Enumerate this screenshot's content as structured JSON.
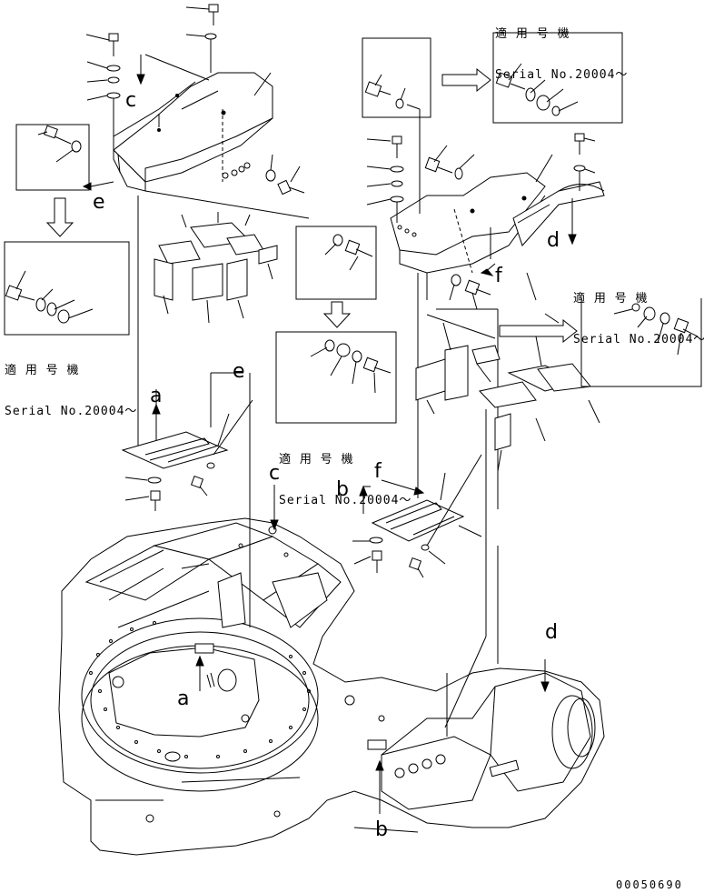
{
  "callouts": {
    "c_top": "c",
    "e_left": "e",
    "d_right": "d",
    "f_mid": "f",
    "e_mid": "e",
    "a_left": "a",
    "c_mid": "c",
    "b_mid": "b",
    "f_lower": "f",
    "d_lower": "d",
    "a_lower": "a",
    "b_lower": "b"
  },
  "serial_notes": {
    "top_right": {
      "line1": "適 用 号 機",
      "line2": "Serial No.20004～"
    },
    "left": {
      "line1": "適 用 号 機",
      "line2": "Serial No.20004～"
    },
    "middle": {
      "line1": "適 用 号 機",
      "line2": "Serial No.20004～"
    },
    "right": {
      "line1": "適 用 号 機",
      "line2": "Serial No.20004～"
    }
  },
  "part_number": "00050690"
}
